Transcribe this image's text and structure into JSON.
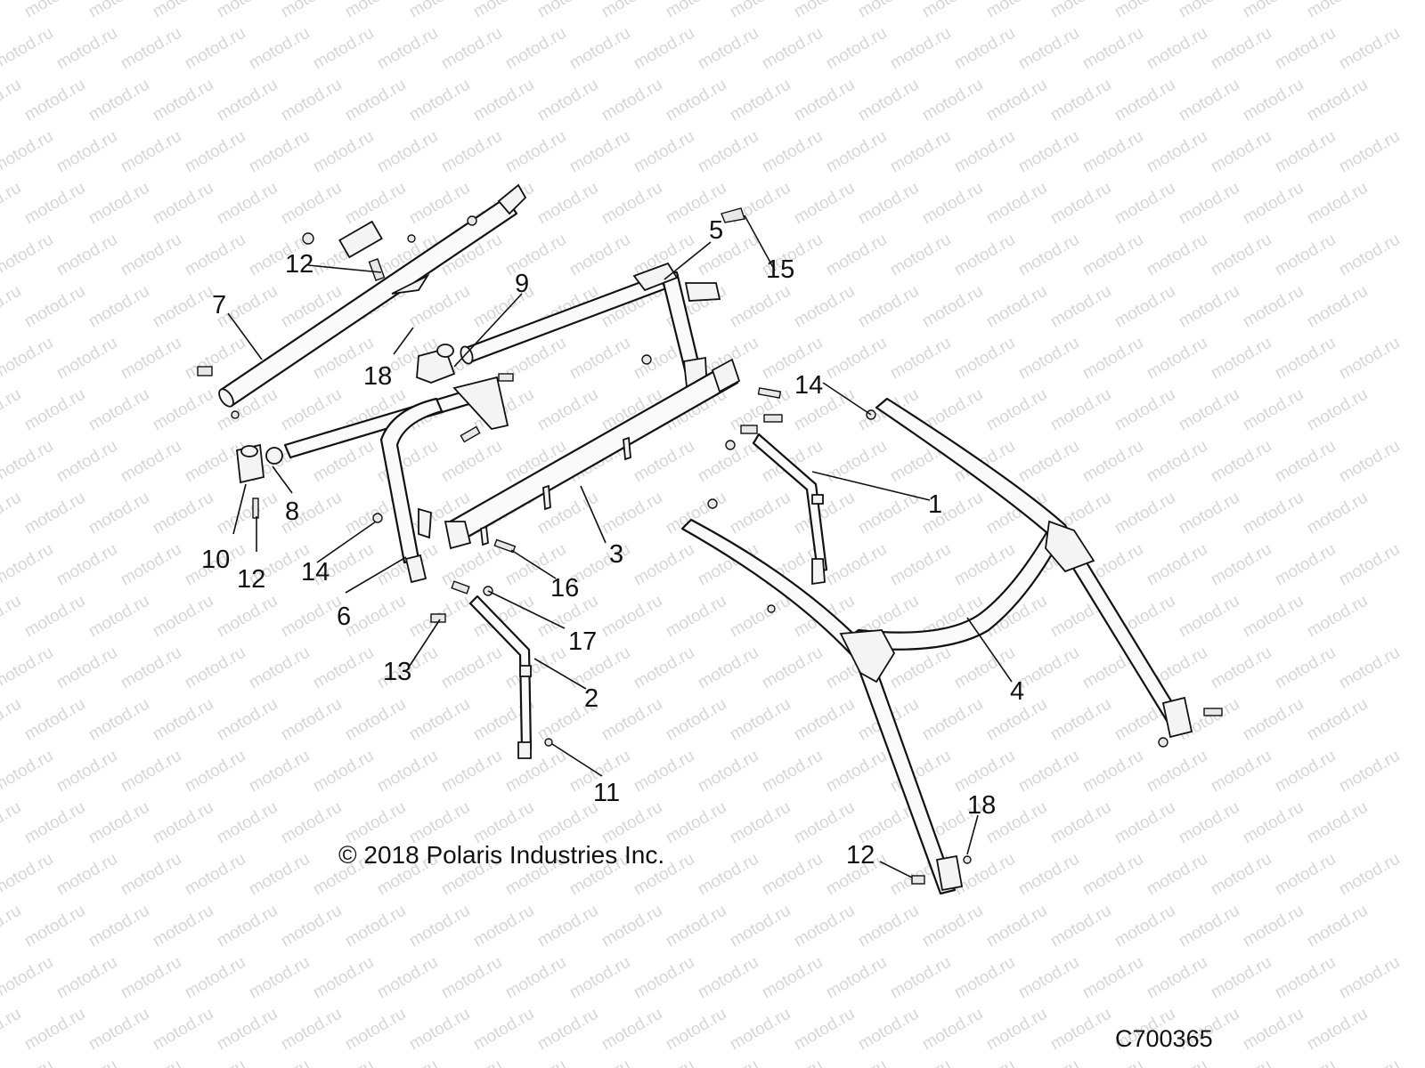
{
  "watermark": "motod.ru",
  "copyright": "© 2018 Polaris Industries Inc.",
  "drawing_number": "C700365",
  "callouts": [
    {
      "id": "c1",
      "label": "1"
    },
    {
      "id": "c2",
      "label": "2"
    },
    {
      "id": "c3",
      "label": "3"
    },
    {
      "id": "c4",
      "label": "4"
    },
    {
      "id": "c5",
      "label": "5"
    },
    {
      "id": "c6",
      "label": "6"
    },
    {
      "id": "c7",
      "label": "7"
    },
    {
      "id": "c8",
      "label": "8"
    },
    {
      "id": "c9",
      "label": "9"
    },
    {
      "id": "c10",
      "label": "10"
    },
    {
      "id": "c11",
      "label": "11"
    },
    {
      "id": "c12a",
      "label": "12"
    },
    {
      "id": "c12b",
      "label": "12"
    },
    {
      "id": "c12c",
      "label": "12"
    },
    {
      "id": "c13",
      "label": "13"
    },
    {
      "id": "c14a",
      "label": "14"
    },
    {
      "id": "c14b",
      "label": "14"
    },
    {
      "id": "c15",
      "label": "15"
    },
    {
      "id": "c16",
      "label": "16"
    },
    {
      "id": "c17",
      "label": "17"
    },
    {
      "id": "c18a",
      "label": "18"
    },
    {
      "id": "c18b",
      "label": "18"
    }
  ]
}
